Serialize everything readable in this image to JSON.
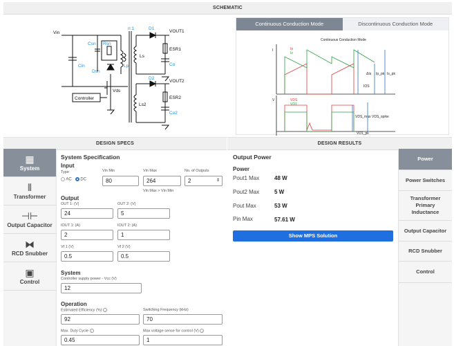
{
  "schematic": {
    "title": "SCHEMATIC",
    "circuit": {
      "vin": "Vin",
      "cin": "Cin",
      "csn": "Csn",
      "rsn": "Rsn",
      "ratio": "n:1",
      "lp": "Lp",
      "dsn": "Dsn",
      "vds": "Vds",
      "controller": "Controller",
      "d1": "D1",
      "vout1": "VOUT1",
      "ls": "Ls",
      "esr1": "ESR1",
      "co": "Co",
      "d2": "D2",
      "vout2": "VOUT2",
      "ls2": "Ls2",
      "esr2": "ESR2",
      "co2": "Co2"
    },
    "wave_tabs": [
      "Continuous Conduction Mode",
      "Discontinuous Conduction Mode"
    ],
    "active_wave_tab": 0,
    "wave_title": "Continuous Conduction Mode",
    "wave_labels": {
      "ip": "Ip",
      "is": "Is",
      "delta_i": "ΔIs",
      "ip_pk": "Ip_pk",
      "is_pk": "Is_pk",
      "ios": "IOS",
      "vds": "VDS",
      "vd1": "VD1",
      "vds_max": "VDS_max",
      "vds_spike": "VDS_spike",
      "vd1_pk": "VD1_pk",
      "axis_i": "I",
      "axis_v": "V"
    }
  },
  "design_specs": {
    "title": "DESIGN SPECS",
    "nav": [
      {
        "label": "System",
        "icon": "system-icon"
      },
      {
        "label": "Transformer",
        "icon": "transformer-icon"
      },
      {
        "label": "Output Capacitor",
        "icon": "capacitor-icon"
      },
      {
        "label": "RCD Snubber",
        "icon": "snubber-icon"
      },
      {
        "label": "Control",
        "icon": "control-icon"
      }
    ],
    "active_nav": 0,
    "heading": "System Specification",
    "input": {
      "heading": "Input",
      "type_label": "Type",
      "ac_label": "AC",
      "dc_label": "DC",
      "selected_type": "DC",
      "vin_min_label": "Vin Min",
      "vin_min": "80",
      "vin_max_label": "Vin Max",
      "vin_max": "264",
      "outputs_label": "No. of Outputs",
      "outputs": "2",
      "vin_note": "Vin Max > Vin Min"
    },
    "output": {
      "heading": "Output",
      "out1_label": "OUT 1: (V)",
      "out1": "24",
      "out2_label": "OUT 2: (V)",
      "out2": "5",
      "iout1_label": "IOUT 1: (A)",
      "iout1": "2",
      "iout2_label": "IOUT 2: (A)",
      "iout2": "1",
      "vf1_label": "Vf 1 (V)",
      "vf1": "0.5",
      "vf2_label": "Vf 2 (V)",
      "vf2": "0.5"
    },
    "system": {
      "heading": "System",
      "vcc_label": "Controller supply power - Vcc (V)",
      "vcc": "12"
    },
    "operation": {
      "heading": "Operation",
      "eff_label": "Estimated Efficiency (%)",
      "eff": "92",
      "fsw_label": "Switching Frequency (kHz)",
      "fsw": "70",
      "duty_label": "Max. Duty Cycle",
      "duty": "0.45",
      "vsense_label": "Max voltage sense for control (V)",
      "vsense": "1"
    }
  },
  "design_results": {
    "title": "DESIGN RESULTS",
    "heading": "Output Power",
    "subheading": "Power",
    "rows": [
      {
        "label": "Pout1 Max",
        "value": "48 W"
      },
      {
        "label": "Pout2 Max",
        "value": "5 W"
      },
      {
        "label": "Pout Max",
        "value": "53 W"
      },
      {
        "label": "Pin Max",
        "value": "57.61 W"
      }
    ],
    "button": "Show MPS Solution",
    "nav": [
      "Power",
      "Power Switches",
      "Transformer Primary Inductance",
      "Output Capacitor",
      "RCD Snubber",
      "Control"
    ],
    "active_nav": 0
  },
  "colors": {
    "accent_blue": "#1f6fe0",
    "active_nav": "#868f9a",
    "label_blue": "#2b8fd6",
    "wave_red": "#e23b3b",
    "wave_green": "#2ea043"
  }
}
